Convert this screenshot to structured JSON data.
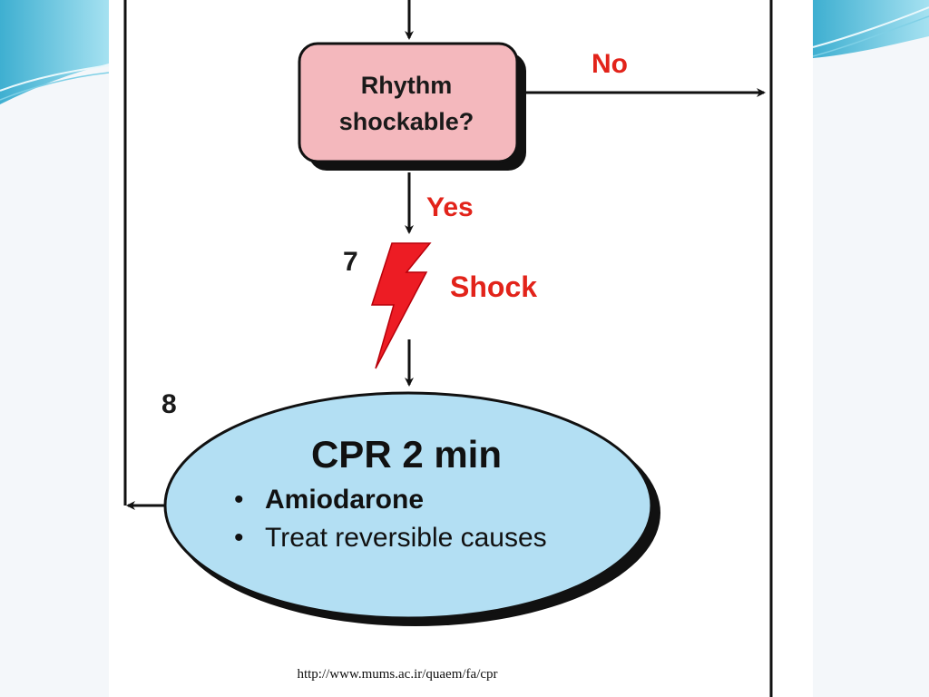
{
  "flowchart": {
    "decision": {
      "line1": "Rhythm",
      "line2": "shockable?"
    },
    "branch_no_label": "No",
    "branch_yes_label": "Yes",
    "step7": {
      "number": "7",
      "label": "Shock"
    },
    "step8": {
      "number": "8",
      "title": "CPR 2 min",
      "bullet_marker": "•",
      "bullets": [
        "Amiodarone",
        "Treat reversible causes"
      ]
    }
  },
  "footer": {
    "source_url": "http://www.mums.ac.ir/quaem/fa/cpr"
  },
  "colors": {
    "decision_fill": "#f4b8bd",
    "ellipse_fill": "#b3dff3",
    "accent_red": "#e2231a",
    "slide_accent": "#38b8d8"
  }
}
